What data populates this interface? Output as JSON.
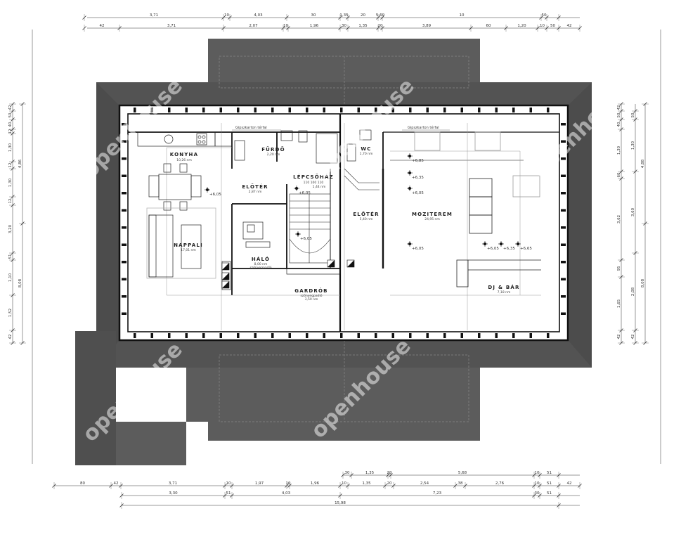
{
  "rooms": [
    {
      "name": "KONYHA",
      "area": "10,26 nm"
    },
    {
      "name": "FÜRDŐ",
      "area": "2,20 nm"
    },
    {
      "name": "WC",
      "area": "1,70 nm"
    },
    {
      "name": "LÉPCSŐHÁZ",
      "area": "1,44 nm"
    },
    {
      "name": "ELŐTÉR",
      "area": "2,87 nm"
    },
    {
      "name": "NAPPALI",
      "area": "17,01 nm"
    },
    {
      "name": "HÁLÓ",
      "area": "8,00 nm"
    },
    {
      "name": "GARDRÓB",
      "area": "3,50 nm"
    },
    {
      "name": "ELŐTÉR",
      "area": "5,40 nm"
    },
    {
      "name": "MOZITEREM",
      "area": "24,95 nm"
    },
    {
      "name": "DJ & BÁR",
      "area": "7,18 nm"
    }
  ],
  "room_notes": {
    "halo": "szőnyegpadló",
    "gardrob": "szőnyegpadló",
    "lepcsohaz": "110  100  110"
  },
  "wall_notes": [
    "Gipszkarton térfal",
    "Gipszkarton térfal"
  ],
  "levels": [
    "+6,05",
    "+6,05",
    "+6,05",
    "+6,85",
    "+6,35",
    "+6,05",
    "+6,05",
    "+6,05",
    "+6,35",
    "+6,65"
  ],
  "dims": {
    "top1": [
      "3,71",
      "10",
      "4,03",
      "30",
      "1,35",
      "20",
      "5,69",
      "10",
      "50"
    ],
    "top2": [
      "42",
      "3,71",
      "2,07",
      "10",
      "1,96",
      "30",
      "1,35",
      "20",
      "3,89",
      "60",
      "1,20",
      "10",
      "50",
      "42"
    ],
    "bot1": [
      "30",
      "1,35",
      "20",
      "5,68",
      "10",
      "51"
    ],
    "bot2": [
      "80",
      "42",
      "3,71",
      "10",
      "1,97",
      "10",
      "1,96",
      "10",
      "1,35",
      "20",
      "2,54",
      "38",
      "2,76",
      "10",
      "51",
      "42"
    ],
    "bot3": [
      "3,30",
      "51",
      "4,03",
      "7,23",
      "30",
      "51"
    ],
    "bot4": [
      "15,98"
    ],
    "left1": [
      "42",
      "50",
      "40",
      "12",
      "1,30",
      "12",
      "1,30",
      "12",
      "3,20",
      "51",
      "1,10",
      "1,52",
      "42"
    ],
    "left2": [
      "4,86",
      "8,08"
    ],
    "right1": [
      "42",
      "50",
      "40",
      "1,30",
      "60",
      "3,62",
      "95",
      "1,65",
      "42"
    ],
    "right2": [
      "50",
      "1,30",
      "3,60",
      "2,08",
      "42"
    ],
    "right3": [
      "4,88",
      "8,08"
    ]
  },
  "watermark": "openhouse",
  "colors": {
    "roof": "#5a5a5a",
    "roof_dark": "#474747",
    "wall": "#111111",
    "line": "#333333"
  }
}
